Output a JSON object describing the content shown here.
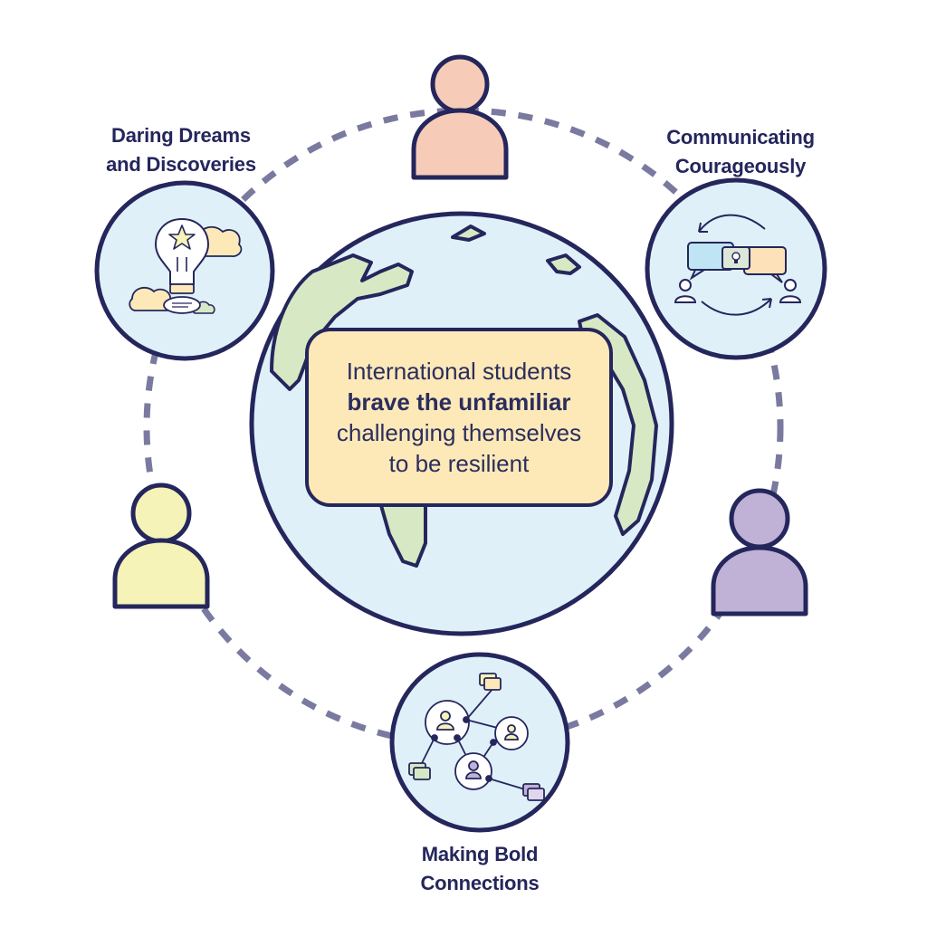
{
  "center_message": {
    "line1": "International students",
    "line2_bold": "brave the unfamiliar",
    "line3": "challenging themselves",
    "line4": "to be resilient"
  },
  "topics": {
    "dreams": {
      "line1": "Daring Dreams",
      "line2": "and Discoveries",
      "icon": "lightbulb-star-icon"
    },
    "communicating": {
      "line1": "Communicating",
      "line2": "Courageously",
      "icon": "conversation-exchange-icon"
    },
    "connections": {
      "line1": "Making Bold",
      "line2": "Connections",
      "icon": "network-people-icon"
    }
  },
  "people": [
    {
      "position": "top",
      "color": "#f6ccb9"
    },
    {
      "position": "left",
      "color": "#f5f3b7"
    },
    {
      "position": "right",
      "color": "#c0b1d6"
    }
  ],
  "colors": {
    "outline": "#24265c",
    "ocean": "#dff0f9",
    "land": "#d7e8c4",
    "dashed_ring": "#7a7aa0",
    "center_box": "#fde9b8"
  }
}
